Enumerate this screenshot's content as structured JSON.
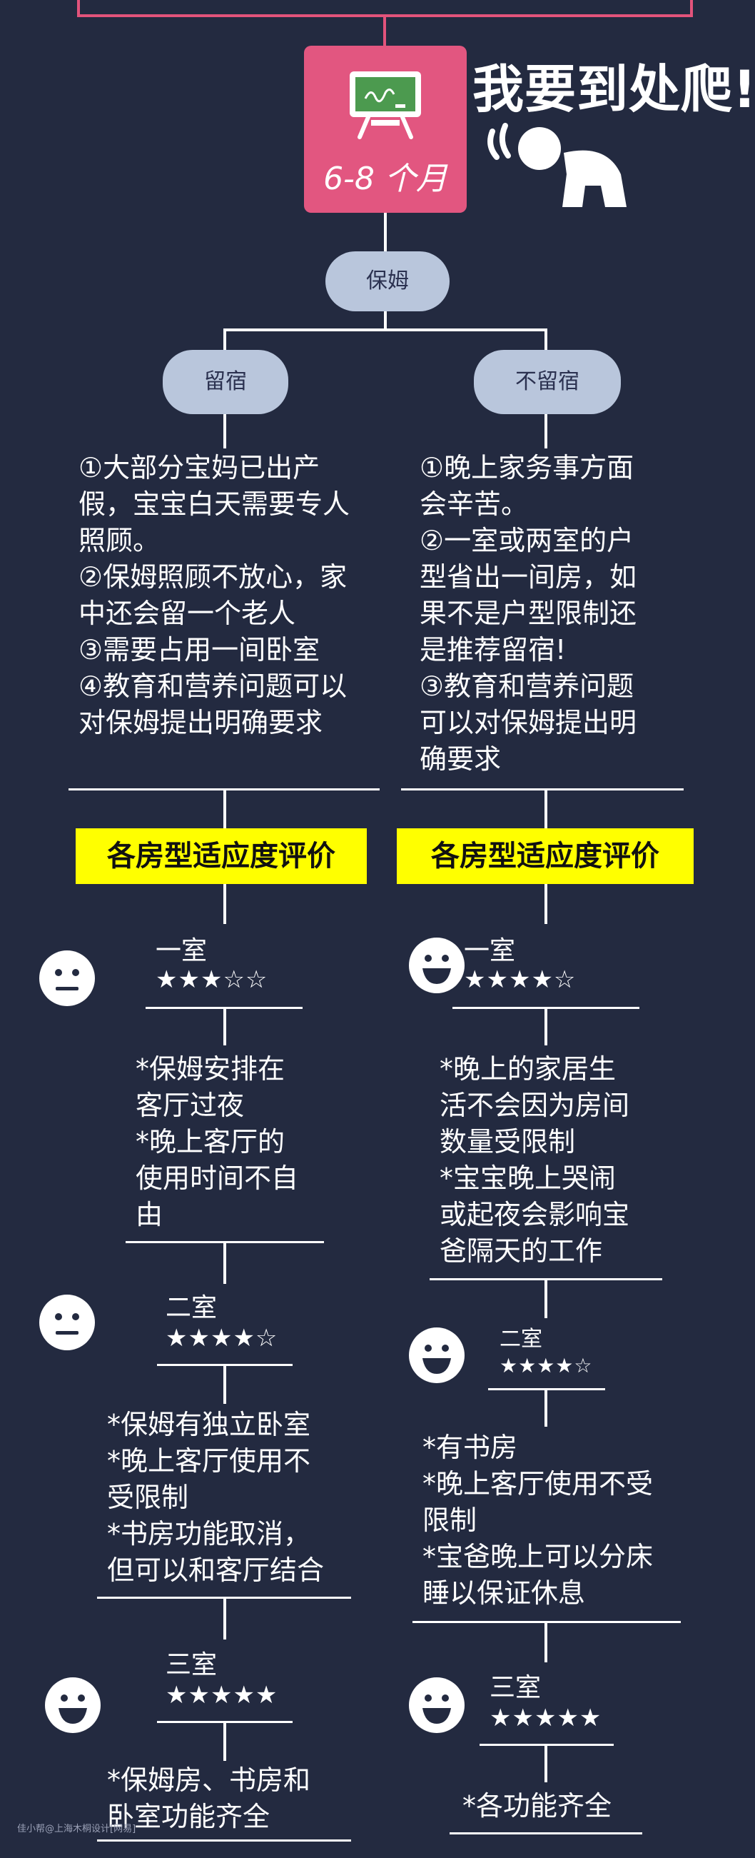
{
  "header": {
    "age": "6-8 个月",
    "title": "我要到处爬!",
    "icon_board": "chalkboard-icon",
    "icon_baby": "crawling-baby-icon"
  },
  "root": {
    "label": "保姆"
  },
  "left": {
    "label": "留宿",
    "lines": [
      "①大部分宝妈已出产",
      "假，宝宝白天需要专人",
      "照顾。",
      "②保姆照顾不放心，家",
      "中还会留一个老人",
      "③需要占用一间卧室",
      "④教育和营养问题可以",
      "对保姆提出明确要求"
    ],
    "section_title": "各房型适应度评价",
    "ratings": [
      {
        "room": "一室",
        "stars": "★★★☆☆",
        "score": 3,
        "face": "neutral",
        "notes": [
          "*保姆安排在",
          "客厅过夜",
          "*晚上客厅的",
          "使用时间不自",
          "由"
        ]
      },
      {
        "room": "二室",
        "stars": "★★★★☆",
        "score": 4,
        "face": "neutral",
        "notes": [
          "*保姆有独立卧室",
          "*晚上客厅使用不",
          "受限制",
          "*书房功能取消，",
          "但可以和客厅结合"
        ]
      },
      {
        "room": "三室",
        "stars": "★★★★★",
        "score": 5,
        "face": "happy",
        "notes": [
          "*保姆房、书房和",
          "卧室功能齐全"
        ]
      }
    ]
  },
  "right": {
    "label": "不留宿",
    "lines": [
      "①晚上家务事方面",
      "会辛苦。",
      "②一室或两室的户",
      "型省出一间房，如",
      "果不是户型限制还",
      "是推荐留宿!",
      "③教育和营养问题",
      "可以对保姆提出明",
      "确要求"
    ],
    "section_title": "各房型适应度评价",
    "ratings": [
      {
        "room": "一室",
        "stars": "★★★★☆",
        "score": 4,
        "face": "happy",
        "notes": [
          "*晚上的家居生",
          "活不会因为房间",
          "数量受限制",
          "*宝宝晚上哭闹",
          "或起夜会影响宝",
          "爸隔天的工作"
        ]
      },
      {
        "room": "二室",
        "stars": "★★★★☆",
        "score": 4,
        "face": "happy",
        "notes": [
          "*有书房",
          "*晚上客厅使用不受",
          "限制",
          "*宝爸晚上可以分床",
          "睡以保证休息"
        ]
      },
      {
        "room": "三室",
        "stars": "★★★★★",
        "score": 5,
        "face": "happy",
        "notes": [
          "*各功能齐全"
        ]
      }
    ]
  },
  "footer": {
    "watermark": "佳小帮@上海木桐设计[网易]"
  },
  "colors": {
    "background": "#232a40",
    "header": "#e25680",
    "pill": "#b9c6dc",
    "highlight": "#ffff00"
  }
}
